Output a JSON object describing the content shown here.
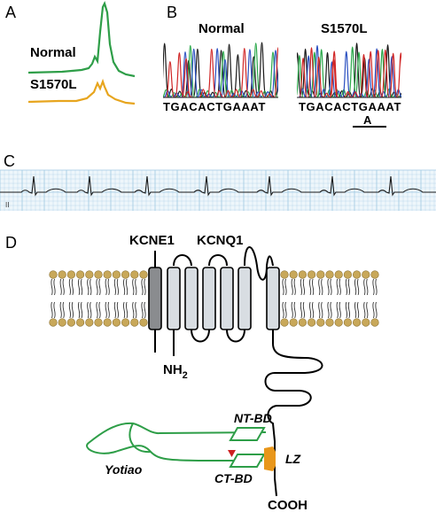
{
  "panel_labels": {
    "a": "A",
    "b": "B",
    "c": "C",
    "d": "D"
  },
  "panel_a": {
    "normal_label": "Normal",
    "mutant_label": "S1570L",
    "normal_color": "#2e9e48",
    "mutant_color": "#e7a51e"
  },
  "panel_b": {
    "normal_title": "Normal",
    "mutant_title": "S1570L",
    "normal_sequence": "TGACACTGAAAT",
    "mutant_sequence": "TGACACTGAAAT",
    "variant_base": "A",
    "trace_colors": [
      "#1a1a1a",
      "#2aa84a",
      "#2a4fc0",
      "#d02626"
    ]
  },
  "panel_c": {
    "lead_label": "II",
    "grid_color": "#9fc9e3",
    "trace_color": "#1a1a1a"
  },
  "panel_d": {
    "kcne1_label": "KCNE1",
    "kcnq1_label": "KCNQ1",
    "nh2_label": "NH",
    "nh2_subscript": "2",
    "cooh_label": "COOH",
    "lz_label": "LZ",
    "nt_bd_label": "NT-BD",
    "ct_bd_label": "CT-BD",
    "yotiao_label": "Yotiao",
    "lipid_color": "#c8a85a",
    "helix_fill": "#d8dde2",
    "kcne1_fill": "#8a8c8f",
    "yotiao_color": "#2e9e48",
    "lz_color": "#e8961a",
    "arrow_color": "#cc2020"
  }
}
